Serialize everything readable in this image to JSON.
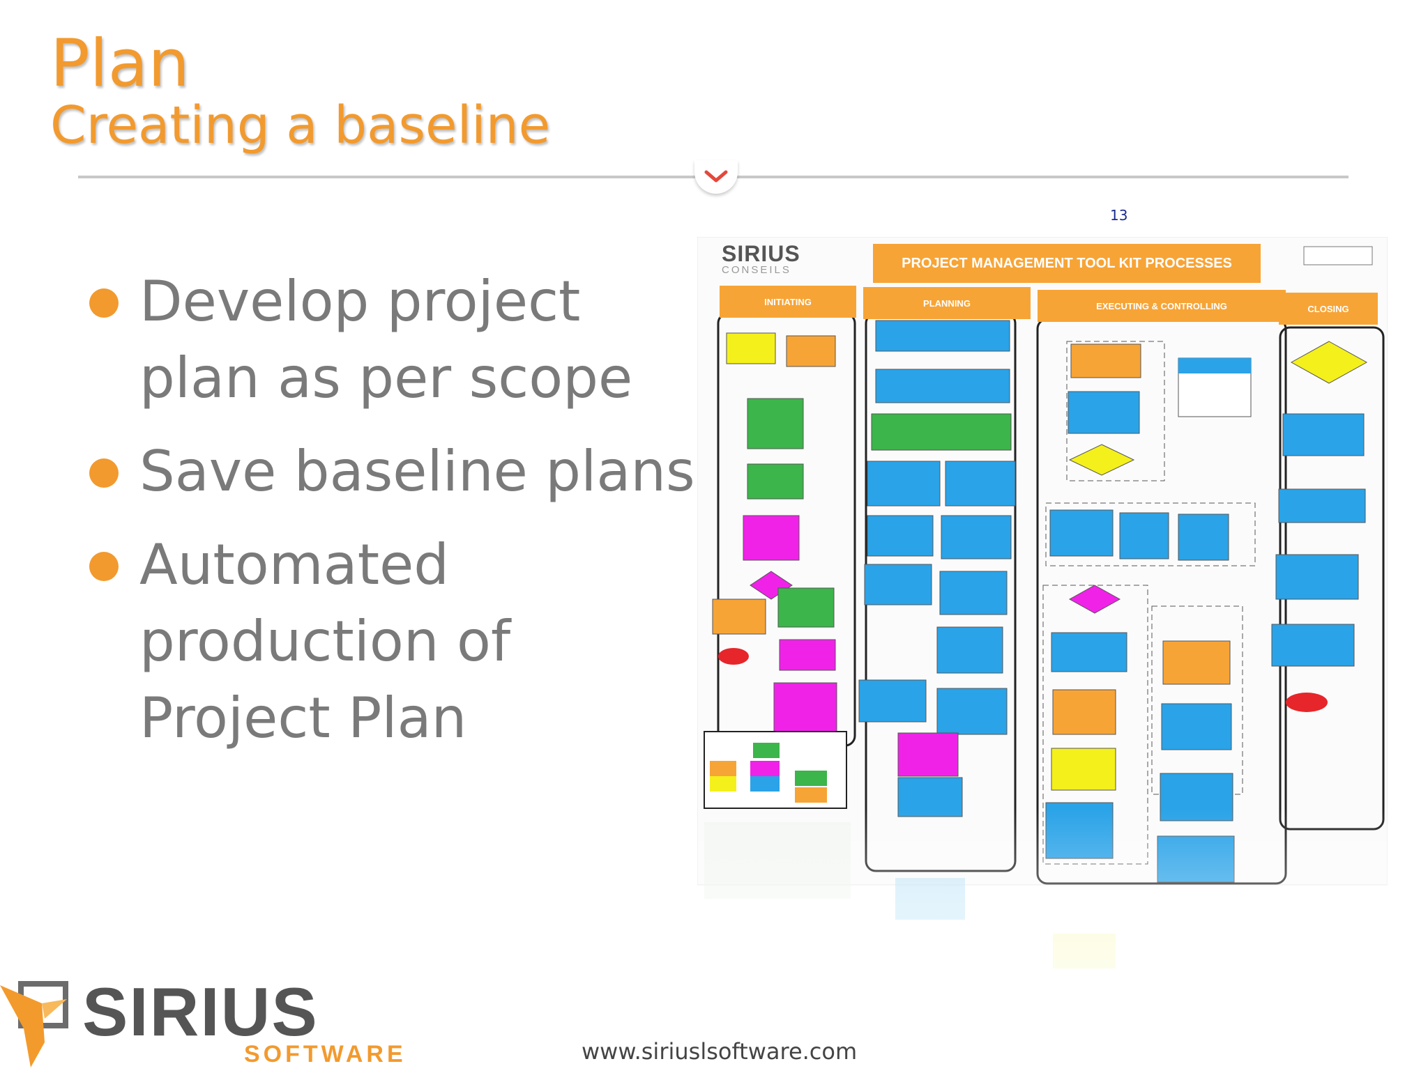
{
  "header": {
    "title": "Plan",
    "subtitle": "Creating a baseline",
    "slide_number": "13"
  },
  "bullets": [
    "Develop project plan as per scope",
    "Save baseline plans",
    "Automated production of Project Plan"
  ],
  "diagram": {
    "logo_name": "SIRIUS",
    "logo_sub": "CONSEILS",
    "title": "PROJECT MANAGEMENT TOOL KIT PROCESSES",
    "phases": [
      "INITIATING",
      "PLANNING",
      "EXECUTING & CONTROLLING",
      "CLOSING"
    ]
  },
  "footer": {
    "logo_name": "SIRIUS",
    "logo_sub": "SOFTWARE",
    "url": "www.siriuslsoftware.com"
  },
  "colors": {
    "accent": "#f29a2e",
    "text": "#7a7a7a",
    "blue_box": "#2aa3e8",
    "green_box": "#3cb54a",
    "magenta_box": "#f022e8",
    "yellow_box": "#f4f01c"
  }
}
